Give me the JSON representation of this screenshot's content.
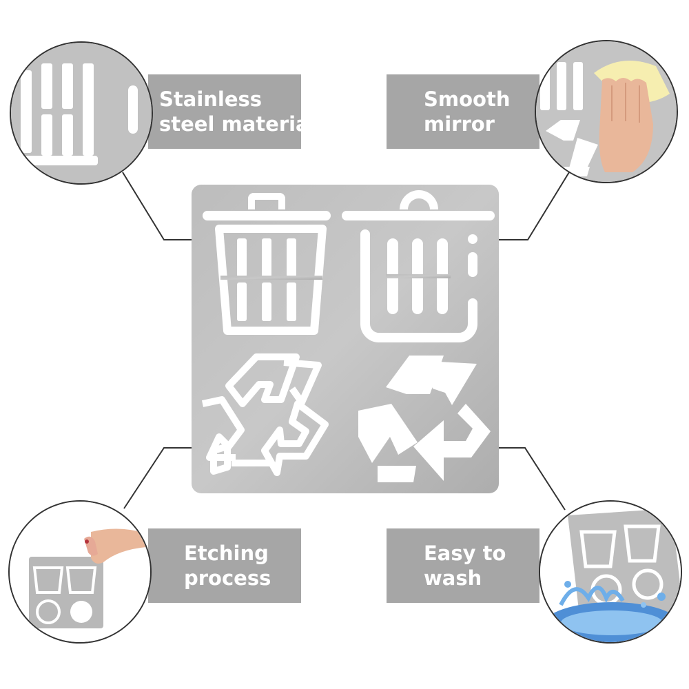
{
  "features": {
    "top_left": {
      "line1": "Stainless",
      "line2": "steel material"
    },
    "top_right": {
      "line1": "Smooth",
      "line2": "mirror"
    },
    "bottom_left": {
      "line1": "Etching",
      "line2": "process"
    },
    "bottom_right": {
      "line1": "Easy to",
      "line2": "wash"
    }
  },
  "colors": {
    "label_background": "#a6a6a6",
    "label_text": "#ffffff",
    "steel": "#b4b4b4",
    "connector": "#333333"
  },
  "icons": [
    "trash-can-outline-icon",
    "trash-can-solid-icon",
    "recycle-outline-icon",
    "recycle-solid-icon"
  ]
}
